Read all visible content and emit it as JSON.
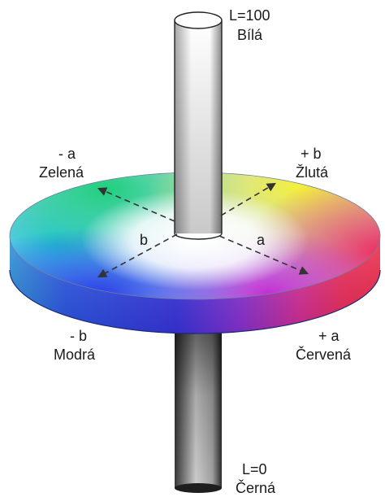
{
  "labels": {
    "top_value": "L=100",
    "top_name": "Bílá",
    "bottom_value": "L=0",
    "bottom_name": "Černá",
    "neg_a_sign": "- a",
    "neg_a_name": "Zelená",
    "pos_b_sign": "+ b",
    "pos_b_name": "Žlutá",
    "neg_b_sign": "- b",
    "neg_b_name": "Modrá",
    "pos_a_sign": "+ a",
    "pos_a_name": "Červená",
    "axis_b": "b",
    "axis_a": "a"
  },
  "colors": {
    "green": "#22c98a",
    "yellow": "#f2ef3a",
    "red": "#ee2a5a",
    "blue": "#2a43e6",
    "cyan": "#23c4d8",
    "magenta": "#c42fd0",
    "arrow": "#333333"
  }
}
